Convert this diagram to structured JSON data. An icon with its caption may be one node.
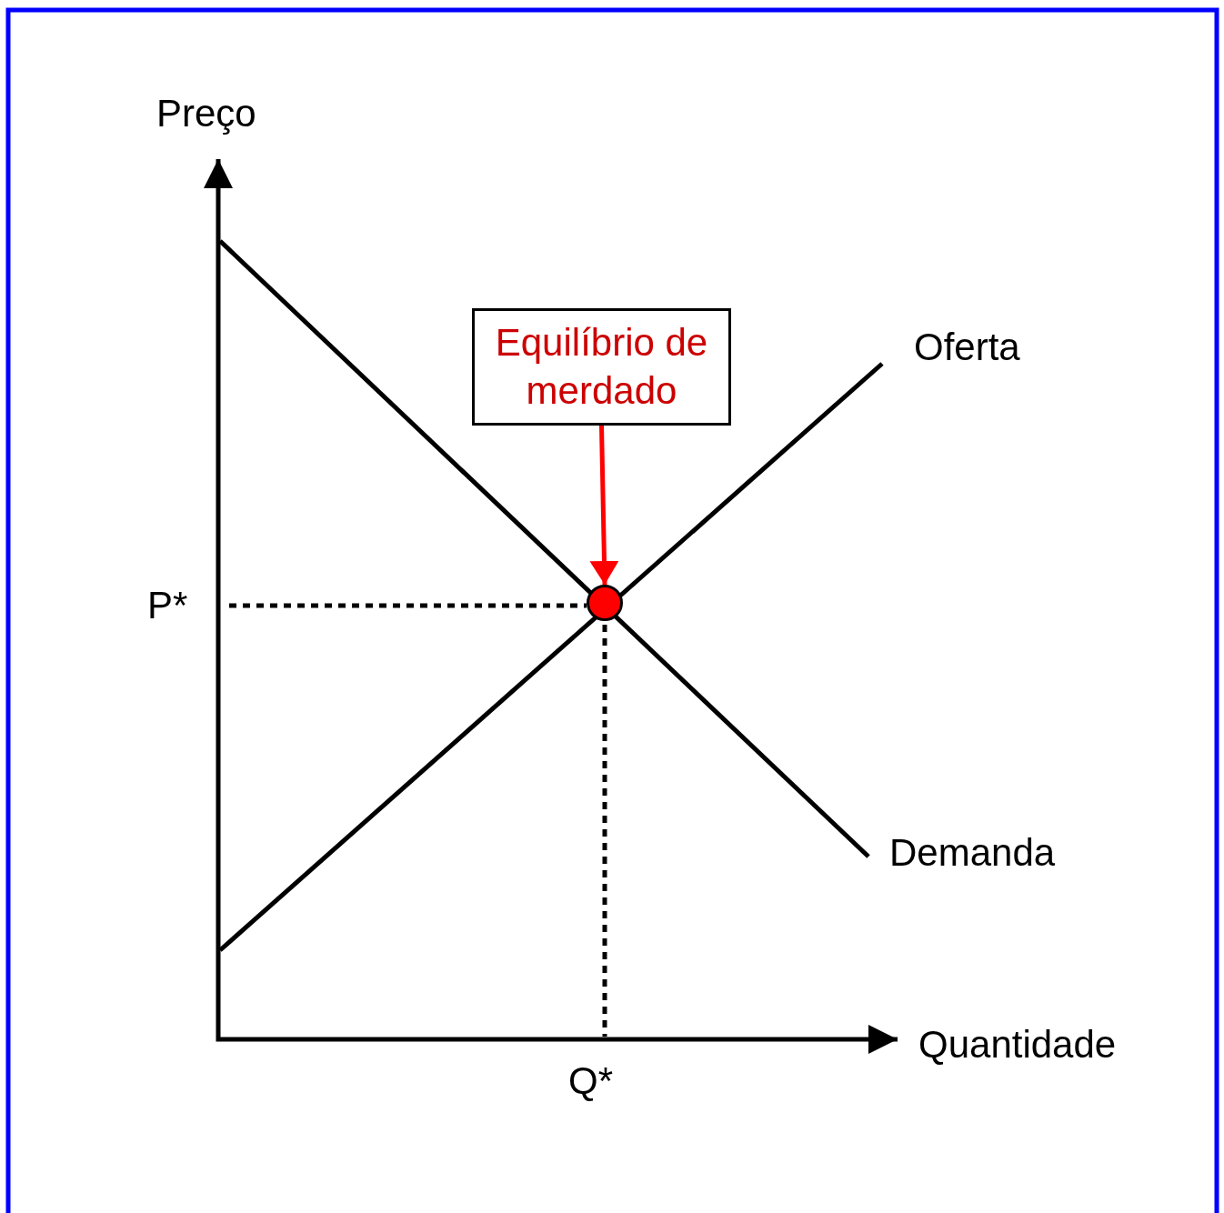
{
  "diagram": {
    "nodes": [
      {
        "text": [
          "Equilíbrio de merdado"
        ]
      },
      {
        "text": [],
        "shape": "circle"
      }
    ],
    "edges": [
      {
        "from": 0,
        "to": 1,
        "arrow": "to",
        "color": "#ff0000"
      }
    ],
    "labels": [
      "Preço",
      "Oferta",
      "P*",
      "Demanda",
      "Quantidade",
      "Q*"
    ]
  }
}
